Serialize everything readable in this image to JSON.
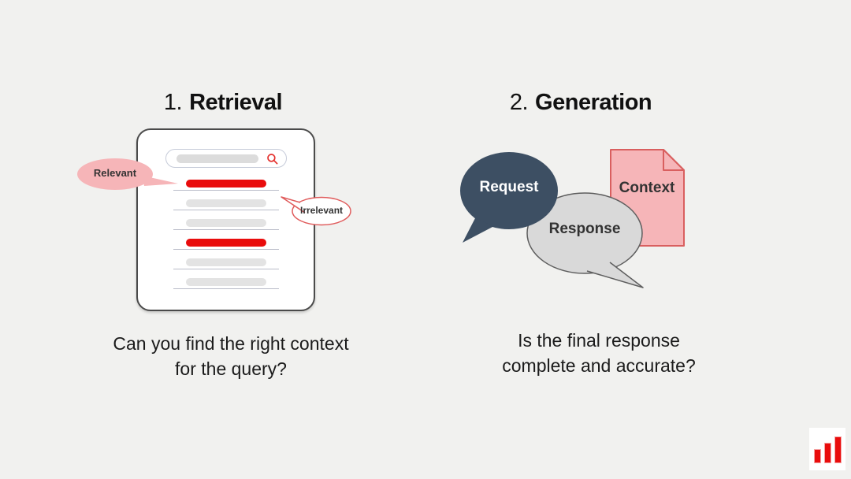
{
  "slide": {
    "background_color": "#f1f1ef"
  },
  "retrieval": {
    "title_number": "1.",
    "title_word": "Retrieval",
    "search": {
      "icon": "magnifier-icon"
    },
    "result_rows": [
      "red",
      "gray",
      "gray",
      "red",
      "gray",
      "gray"
    ],
    "labels": {
      "relevant": "Relevant",
      "irrelevant": "Irrelevant"
    },
    "caption_line1": "Can you find the right context",
    "caption_line2": "for the query?"
  },
  "generation": {
    "title_number": "2.",
    "title_word": "Generation",
    "request_label": "Request",
    "response_label": "Response",
    "context_label": "Context",
    "caption_line1": "Is the final response",
    "caption_line2": "complete and accurate?"
  },
  "colors": {
    "accent_red": "#e90c0c",
    "pink_fill": "#f6b5b8",
    "pink_stroke": "#e05c5c",
    "navy": "#3d4f63",
    "bubble_gray": "#d9d9d9",
    "outline_gray": "#5e5e5e"
  },
  "logo": {
    "icon": "bar-chart-logo",
    "bar_count": 3
  }
}
